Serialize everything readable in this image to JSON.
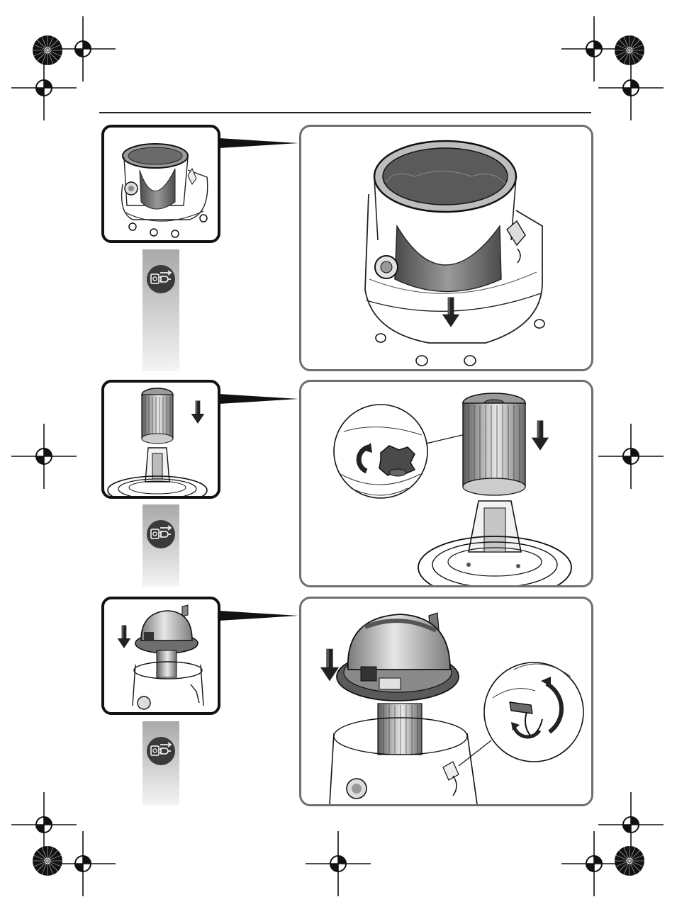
{
  "colors": {
    "frame_thumb": "#111111",
    "frame_large": "#6f6f6f",
    "strip_top": "#a9a9a9",
    "strip_bottom": "#f4f4f4",
    "icon_fill": "#3a3a3a"
  },
  "icons": {
    "registration": "crosshair-registration-icon",
    "radial": "radial-star-target-icon",
    "unplug": "unplug-mains-icon",
    "arrow": "arrow-down-icon"
  },
  "steps": [
    {
      "id": "step-1",
      "thumb_scene": "container-with-bag",
      "detail_scene": "container-with-bag-large",
      "icon": "unplug-mains-icon"
    },
    {
      "id": "step-2",
      "thumb_scene": "filter-cartridge-mount",
      "detail_scene": "filter-cartridge-with-knob-callout",
      "icon": "unplug-mains-icon"
    },
    {
      "id": "step-3",
      "thumb_scene": "motor-head-placement",
      "detail_scene": "motor-head-with-clip-callout",
      "icon": "unplug-mains-icon"
    }
  ]
}
